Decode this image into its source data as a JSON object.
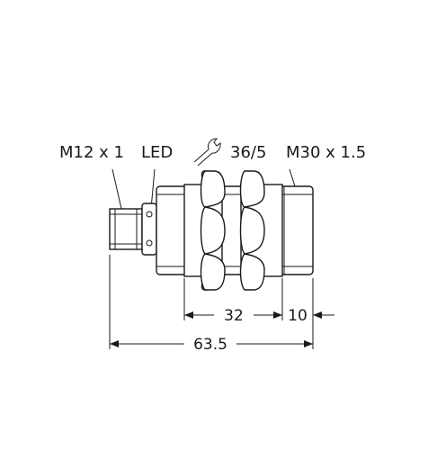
{
  "labels": {
    "connector_thread": "M12 x 1",
    "led": "LED",
    "wrench_size": "36/5",
    "housing_thread": "M30 x 1.5"
  },
  "dimensions": {
    "nut_span": "32",
    "front_length": "10",
    "overall_length": "63.5"
  },
  "icons": {
    "wrench": "wrench-icon"
  }
}
